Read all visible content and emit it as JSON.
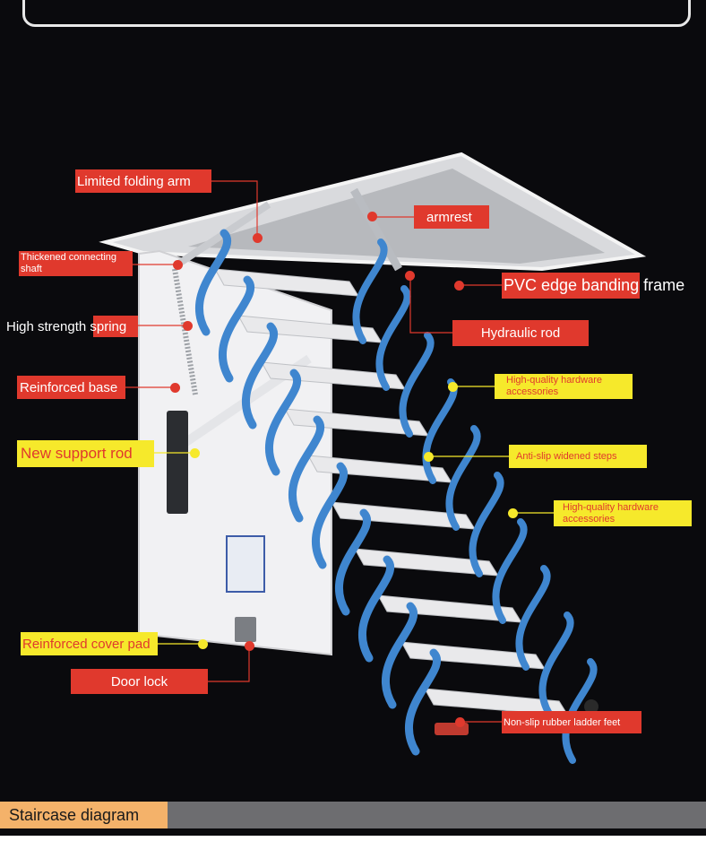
{
  "diagram": {
    "footer_title": "Staircase diagram",
    "labels": {
      "limited_folding_arm": "Limited folding arm",
      "armrest": "armrest",
      "thickened_shaft_line1": "Thickened connecting",
      "thickened_shaft_line2": "shaft",
      "pvc_edge": "PVC edge banding frame",
      "high_strength_spring": "High strength spring",
      "hydraulic_rod": "Hydraulic rod",
      "reinforced_base": "Reinforced base",
      "hardware_1_line1": "High-quality hardware",
      "hardware_1_line2": "accessories",
      "new_support_rod": "New support rod",
      "anti_slip_steps": "Anti-slip widened steps",
      "hardware_2_line1": "High-quality hardware",
      "hardware_2_line2": "accessories",
      "reinforced_cover_pad": "Reinforced cover pad",
      "door_lock": "Door lock",
      "non_slip_feet": "Non-slip rubber ladder feet"
    },
    "colors": {
      "red_tag": "#e0392d",
      "yellow_tag": "#f6e92b",
      "blue_arm": "#3f86cf",
      "footer_tag": "#f4b26a",
      "footer_bar": "#6d6d70"
    }
  }
}
